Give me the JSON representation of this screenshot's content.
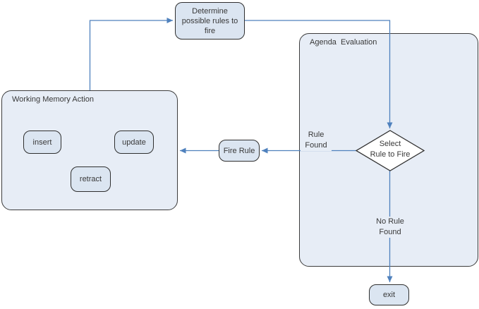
{
  "colors": {
    "background": "#ffffff",
    "node_fill": "#dbe5f1",
    "container_fill": "#e7edf6",
    "node_border": "#2f2f2f",
    "decision_fill": "#ffffff",
    "connector": "#4f81bd",
    "text": "#383838"
  },
  "containers": {
    "working_memory": {
      "label": "Working Memory Action"
    },
    "agenda": {
      "label": "Agenda  Evaluation"
    }
  },
  "nodes": {
    "determine": {
      "label": "Determine\npossible rules to\nfire"
    },
    "insert": {
      "label": "insert"
    },
    "update": {
      "label": "update"
    },
    "retract": {
      "label": "retract"
    },
    "fire_rule": {
      "label": "Fire Rule"
    },
    "select": {
      "label": "Select\nRule to Fire"
    },
    "exit": {
      "label": "exit"
    }
  },
  "edge_labels": {
    "rule_found": "Rule\nFound",
    "no_rule_found": "No Rule\nFound"
  }
}
